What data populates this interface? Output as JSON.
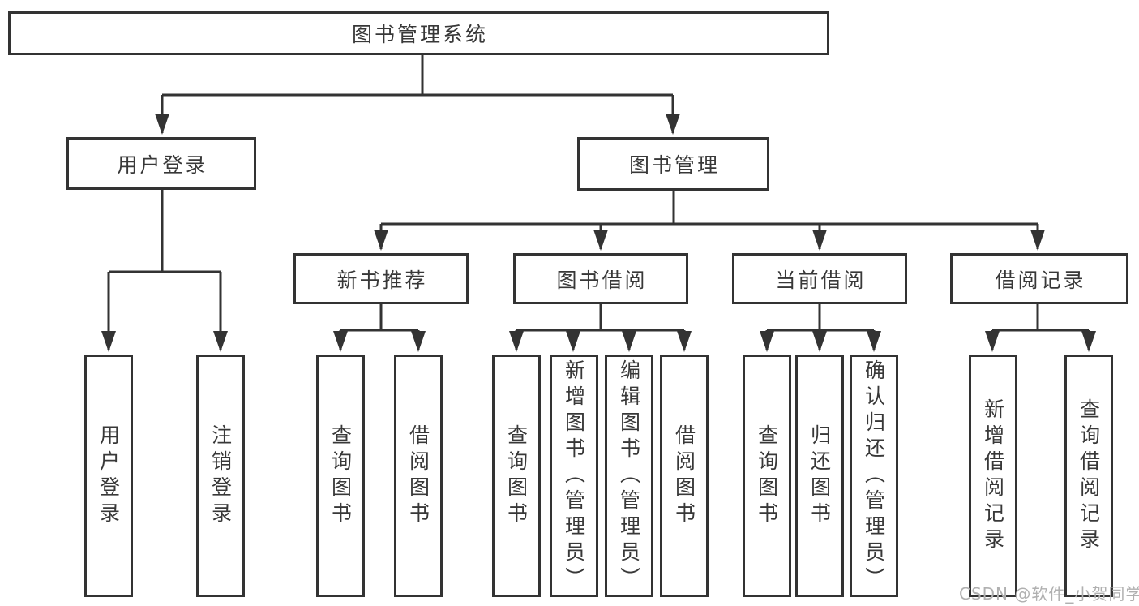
{
  "tree": {
    "label": "图书管理系统",
    "children": [
      {
        "label": "用户登录",
        "children": [
          {
            "label": "用户登录"
          },
          {
            "label": "注销登录"
          }
        ]
      },
      {
        "label": "图书管理",
        "children": [
          {
            "label": "新书推荐",
            "children": [
              {
                "label": "查询图书"
              },
              {
                "label": "借阅图书"
              }
            ]
          },
          {
            "label": "图书借阅",
            "children": [
              {
                "label": "查询图书"
              },
              {
                "label": "新增图书（管理员）"
              },
              {
                "label": "编辑图书（管理员）"
              },
              {
                "label": "借阅图书"
              }
            ]
          },
          {
            "label": "当前借阅",
            "children": [
              {
                "label": "查询图书"
              },
              {
                "label": "归还图书"
              },
              {
                "label": "确认归还（管理员）"
              }
            ]
          },
          {
            "label": "借阅记录",
            "children": [
              {
                "label": "新增借阅记录"
              },
              {
                "label": "查询借阅记录"
              }
            ]
          }
        ]
      }
    ]
  },
  "watermark": "CSDN @软件_小贺同学",
  "colors": {
    "line": "#333333",
    "text": "#383838",
    "background": "#ffffff",
    "watermark": "#b0b0b0"
  }
}
